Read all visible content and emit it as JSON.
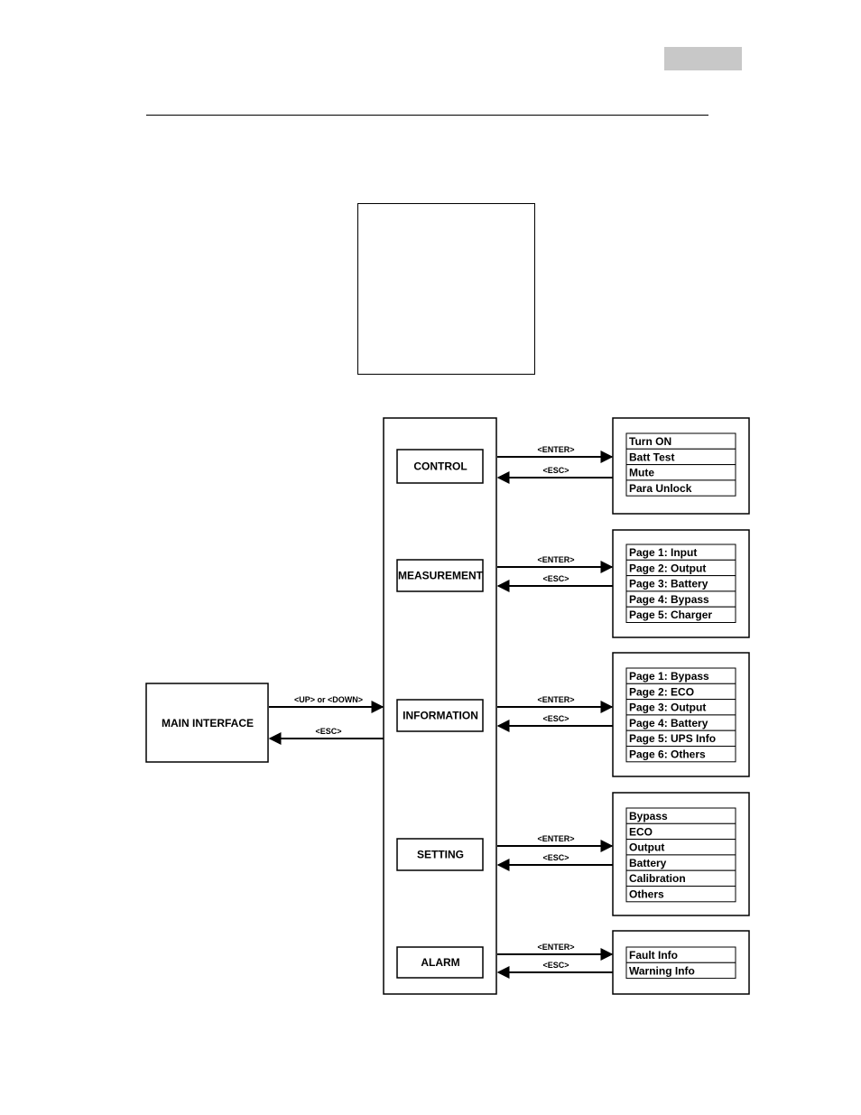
{
  "main_interface": {
    "label": "MAIN INTERFACE",
    "to_menu": "<UP>  or  <DOWN>",
    "back": "<ESC>"
  },
  "arrows": {
    "enter": "<ENTER>",
    "esc": "<ESC>"
  },
  "menus": [
    {
      "label": "CONTROL",
      "items": [
        "Turn ON",
        "Batt Test",
        "Mute",
        "Para Unlock"
      ]
    },
    {
      "label": "MEASUREMENT",
      "items": [
        "Page 1: Input",
        "Page 2: Output",
        "Page 3: Battery",
        "Page 4: Bypass",
        "Page 5: Charger"
      ]
    },
    {
      "label": "INFORMATION",
      "items": [
        "Page 1: Bypass",
        "Page 2: ECO",
        "Page 3: Output",
        "Page 4: Battery",
        "Page 5: UPS Info",
        "Page 6: Others"
      ]
    },
    {
      "label": "SETTING",
      "items": [
        "Bypass",
        "ECO",
        "Output",
        "Battery",
        "Calibration",
        "Others"
      ]
    },
    {
      "label": "ALARM",
      "items": [
        "Fault Info",
        "Warning Info"
      ]
    }
  ]
}
